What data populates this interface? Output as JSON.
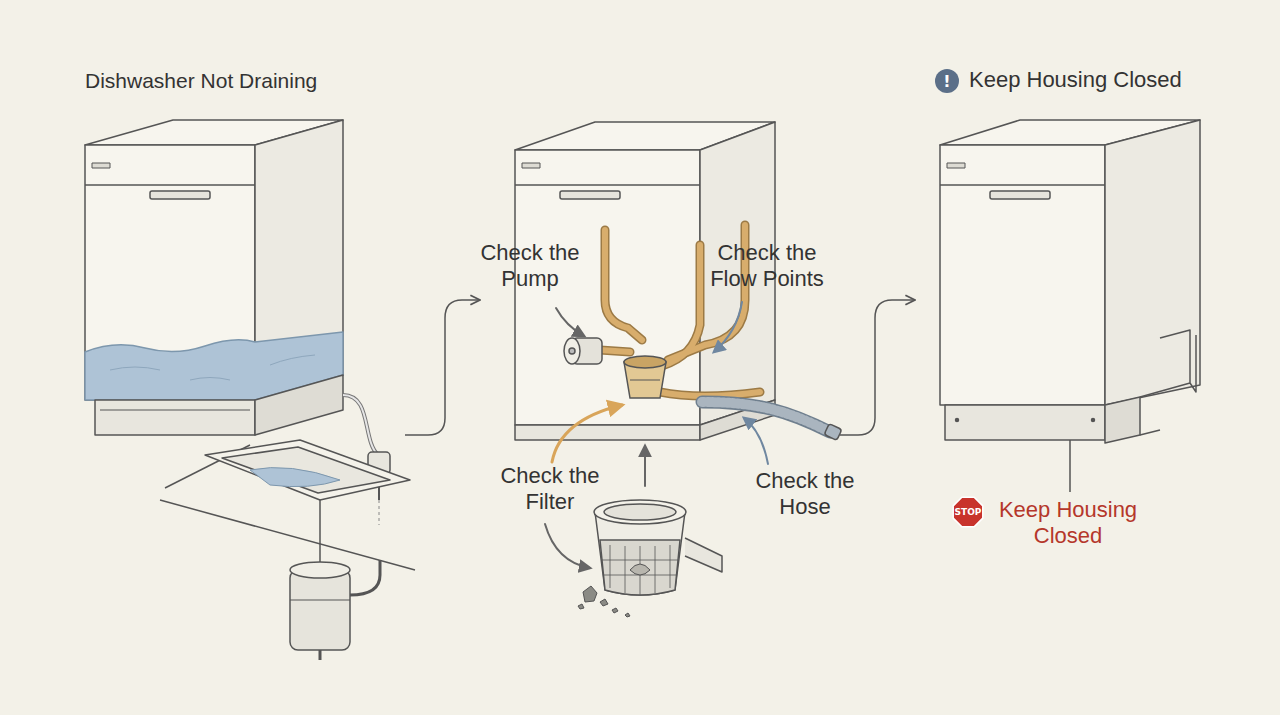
{
  "diagram": {
    "nodes": [
      {
        "text": [
          "!"
        ]
      },
      {
        "text": [
          "STOP"
        ]
      }
    ],
    "labels": [
      "Dishwasher Not Draining",
      "Keep Housing Closed",
      "Check the Pump",
      "Check the Flow Points",
      "Check the Filter",
      "Check the Hose",
      "Keep Housing Closed"
    ]
  }
}
